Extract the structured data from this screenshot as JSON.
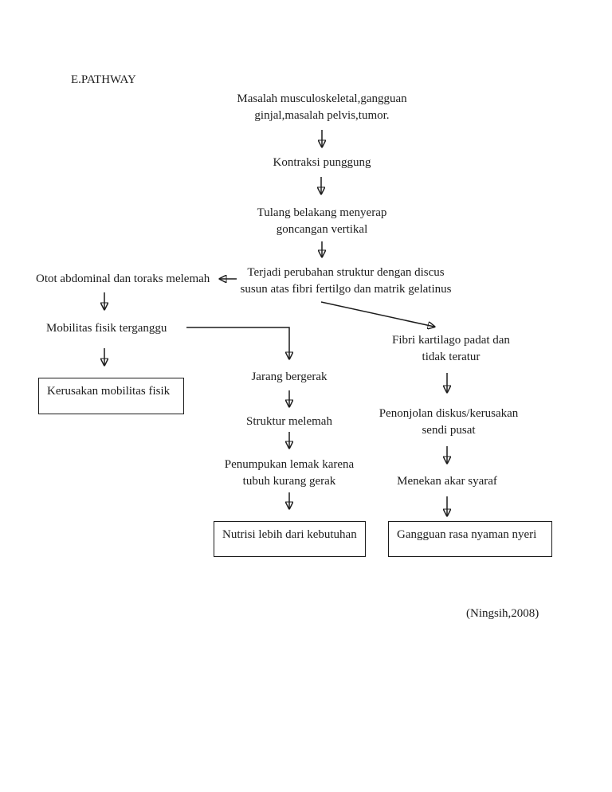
{
  "page": {
    "background": "#ffffff",
    "text_color": "#1c1c1c",
    "title": "E.PATHWAY",
    "citation": "(Ningsih,2008)"
  },
  "flowchart": {
    "masalah": {
      "line1": "Masalah musculoskeletal,gangguan",
      "line2": "ginjal,masalah pelvis,tumor."
    },
    "kontraksi": {
      "label": "Kontraksi punggung"
    },
    "tulang": {
      "line1": "Tulang belakang menyerap",
      "line2": "goncangan vertikal"
    },
    "terjadi": {
      "line1": "Terjadi perubahan struktur dengan discus",
      "line2": "susun atas fibri fertilgo dan matrik gelatinus"
    },
    "otot": {
      "label": "Otot abdominal dan toraks melemah"
    },
    "mobilitas": {
      "label": "Mobilitas fisik terganggu"
    },
    "kerusakan": {
      "label": "Kerusakan mobilitas fisik"
    },
    "jarang": {
      "label": "Jarang bergerak"
    },
    "struktur": {
      "label": "Struktur melemah"
    },
    "penumpukan": {
      "line1": "Penumpukan lemak karena",
      "line2": "tubuh kurang gerak"
    },
    "nutrisi": {
      "label": "Nutrisi lebih dari kebutuhan"
    },
    "fibri": {
      "line1": "Fibri kartilago padat dan",
      "line2": "tidak teratur"
    },
    "penonjolan": {
      "line1": "Penonjolan diskus/kerusakan",
      "line2": "sendi pusat"
    },
    "menekan": {
      "label": "Menekan akar syaraf"
    },
    "gangguan": {
      "label": "Gangguan rasa nyaman nyeri"
    }
  }
}
